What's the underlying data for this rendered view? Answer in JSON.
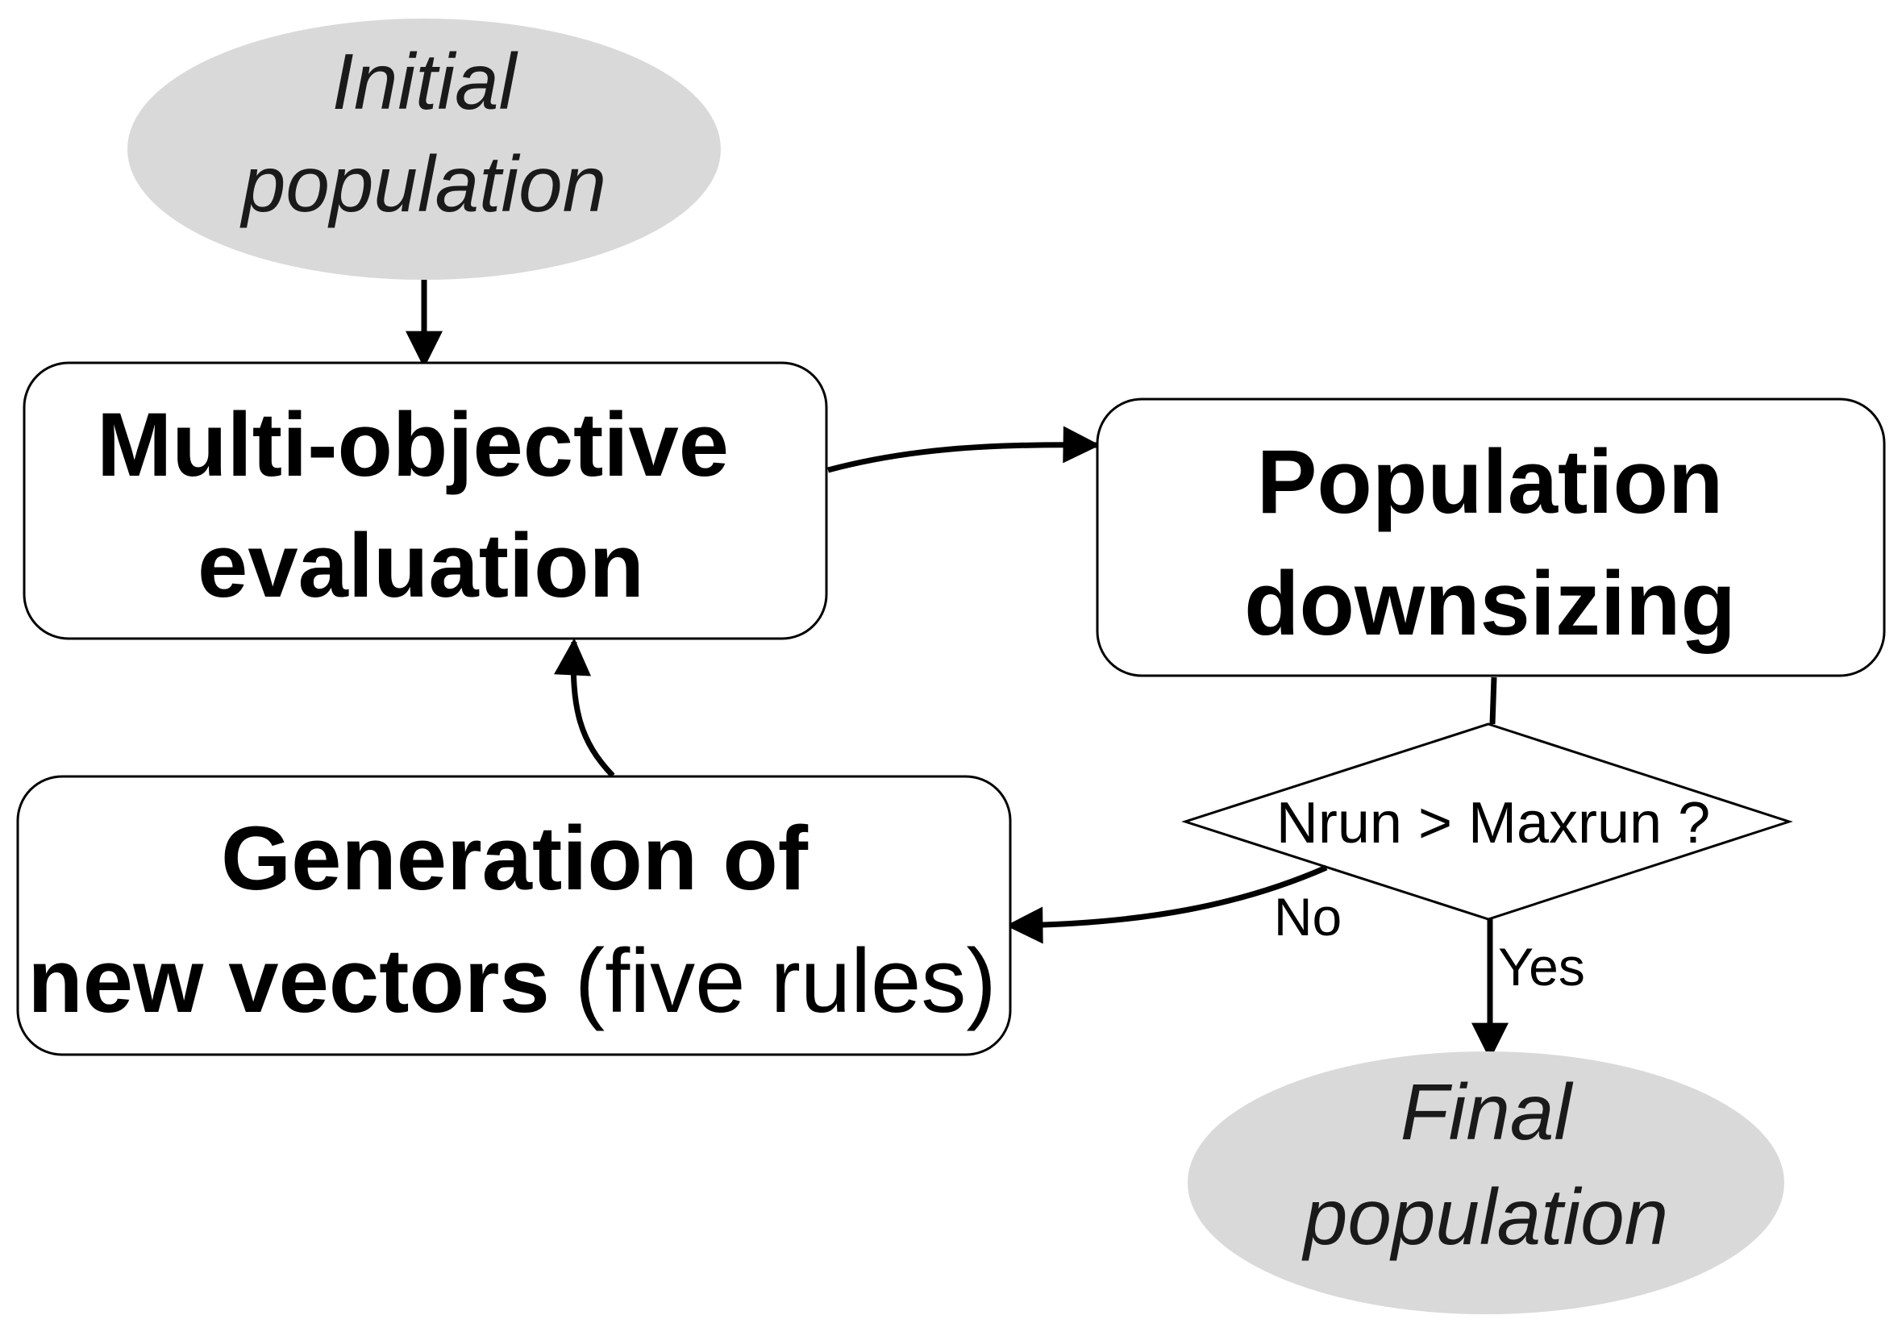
{
  "diagram": {
    "nodes": {
      "initial": {
        "line1": "Initial",
        "line2": "population",
        "shape": "ellipse",
        "fill": "#d9d9d9"
      },
      "evaluation": {
        "line1": "Multi-objective",
        "line2": "evaluation",
        "shape": "rounded-rect"
      },
      "downsizing": {
        "line1": "Population",
        "line2": "downsizing",
        "shape": "rounded-rect"
      },
      "generation": {
        "line1": "Generation of",
        "line2_bold": "new vectors",
        "line2_normal": " (five rules)",
        "shape": "rounded-rect"
      },
      "decision": {
        "label": "Nrun > Maxrun ?",
        "shape": "diamond"
      },
      "final": {
        "line1": "Final",
        "line2": "population",
        "shape": "ellipse",
        "fill": "#d9d9d9"
      }
    },
    "edges": {
      "no": {
        "label": "No"
      },
      "yes": {
        "label": "Yes"
      }
    },
    "colors": {
      "stroke": "#000000",
      "ellipse_fill": "#d9d9d9",
      "box_fill": "#ffffff"
    }
  }
}
